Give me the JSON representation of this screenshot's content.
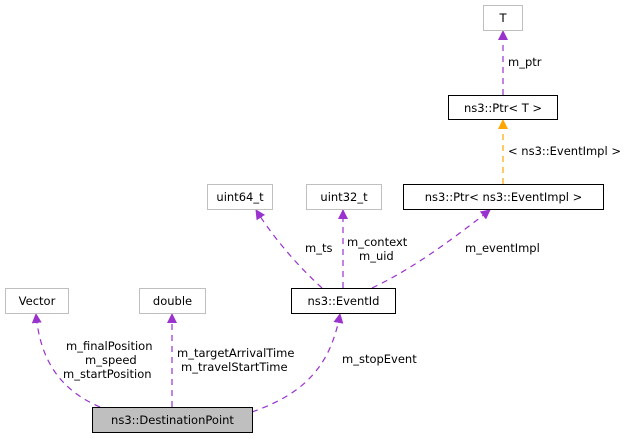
{
  "diagram": {
    "type": "collaboration-graph",
    "colors": {
      "member_edge": "#9a32cd",
      "template_edge": "#ffa500",
      "main_node_fill": "#bfbfbf",
      "external_node_border": "#bfbfbf",
      "class_node_border": "#000000"
    },
    "nodes": {
      "t": "T",
      "ptr_t": "ns3::Ptr< T >",
      "ptr_eventimpl": "ns3::Ptr< ns3::EventImpl >",
      "uint64": "uint64_t",
      "uint32": "uint32_t",
      "eventid": "ns3::EventId",
      "vector": "Vector",
      "double": "double",
      "destination_point": "ns3::DestinationPoint"
    },
    "edges": {
      "ptr_to_t": [
        "m_ptr"
      ],
      "ptr_eventimpl_to_ptr_t": [
        "< ns3::EventImpl >"
      ],
      "eventid_to_uint64": [
        "m_ts"
      ],
      "eventid_to_uint32": [
        "m_context",
        "m_uid"
      ],
      "eventid_to_ptr_eventimpl": [
        "m_eventImpl"
      ],
      "dest_to_vector": [
        "m_finalPosition",
        "m_speed",
        "m_startPosition"
      ],
      "dest_to_double": [
        "m_targetArrivalTime",
        "m_travelStartTime"
      ],
      "dest_to_eventid": [
        "m_stopEvent"
      ]
    }
  }
}
